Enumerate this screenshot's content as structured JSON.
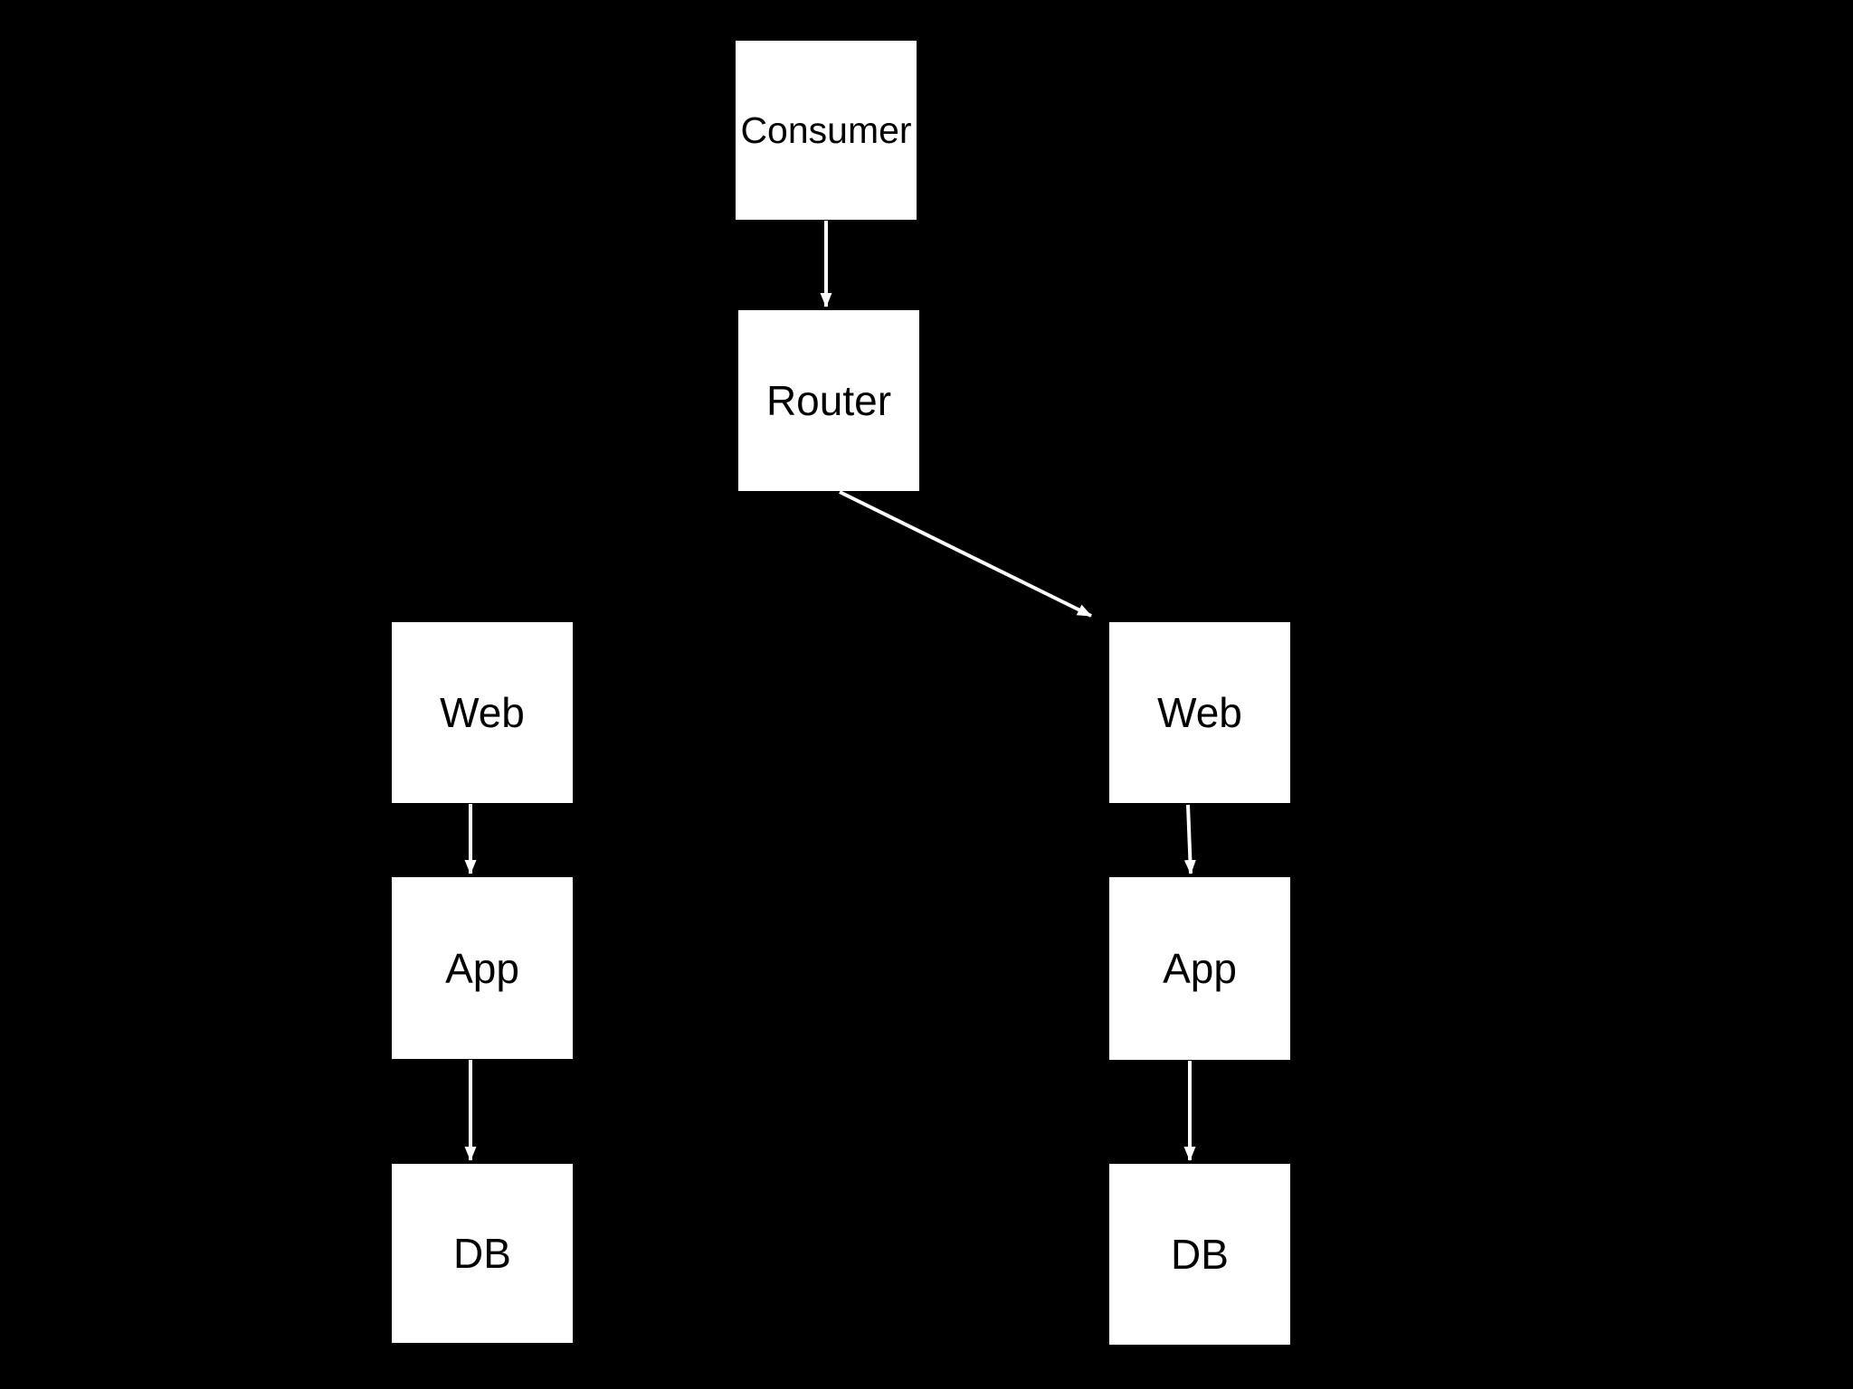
{
  "diagram": {
    "type": "flowchart",
    "colors": {
      "background": "#000000",
      "node_fill": "#ffffff",
      "node_text": "#000000",
      "arrow": "#ffffff"
    },
    "nodes": {
      "consumer": {
        "label": "Consumer"
      },
      "router": {
        "label": "Router"
      },
      "web_left": {
        "label": "Web"
      },
      "app_left": {
        "label": "App"
      },
      "db_left": {
        "label": "DB"
      },
      "web_right": {
        "label": "Web"
      },
      "app_right": {
        "label": "App"
      },
      "db_right": {
        "label": "DB"
      }
    },
    "edges": [
      {
        "from": "consumer",
        "to": "router"
      },
      {
        "from": "router",
        "to": "web_right"
      },
      {
        "from": "web_left",
        "to": "app_left"
      },
      {
        "from": "app_left",
        "to": "db_left"
      },
      {
        "from": "web_right",
        "to": "app_right"
      },
      {
        "from": "app_right",
        "to": "db_right"
      }
    ]
  }
}
